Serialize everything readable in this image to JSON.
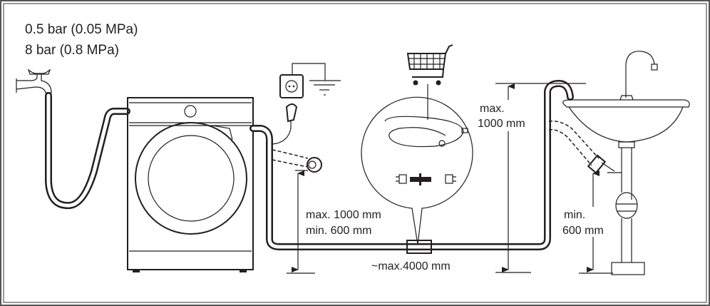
{
  "pressure": {
    "min": "0.5 bar (0.05 MPa)",
    "max": "8 bar (0.8 MPa)"
  },
  "drain_height_outlet": {
    "max": "max. 1000 mm",
    "min": "min. 600 mm"
  },
  "hose_length": "~max.4000 mm",
  "hose_height": {
    "line1": "max.",
    "line2": "1000 mm"
  },
  "sink_height": {
    "line1": "min.",
    "line2": "600 mm"
  },
  "colors": {
    "ink": "#231f20",
    "border": "#555555"
  }
}
